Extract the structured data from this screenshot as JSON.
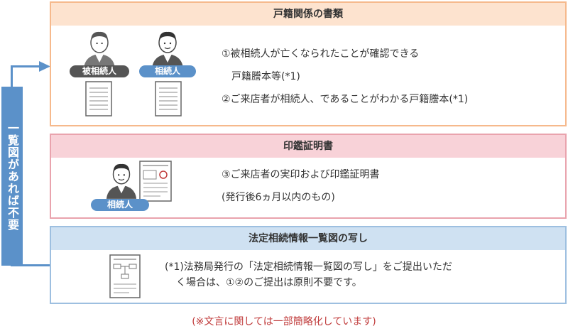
{
  "panel_koseki": {
    "title": "戸籍関係の書類",
    "label_deceased": "被相続人",
    "label_heir": "相続人",
    "line1": "①被相続人が亡くなられたことが確認できる",
    "line2": "戸籍謄本等(*1)",
    "line3": "②ご来店者が相続人、であることがわかる戸籍謄本(*1)"
  },
  "panel_inkan": {
    "title": "印鑑証明書",
    "label_heir": "相続人",
    "line1": "③ご来店者の実印および印鑑証明書",
    "line2": "(発行後6ヵ月以内のもの)"
  },
  "panel_ichiran": {
    "title": "法定相続情報一覧図の写し",
    "line1": "(*1)法務局発行の「法定相続情報一覧図の写し」をご提出いただ",
    "line2": "く場合は、①②のご提出は原則不要です。"
  },
  "side_label": "一覧図があれば不要",
  "footnote": "(※文言に関しては一部簡略化しています)",
  "colors": {
    "orange_border": "#f6b98c",
    "pink_border": "#e9a3ad",
    "blue_border": "#9dbfe0",
    "side_blue": "#5b91c9",
    "deceased_label": "#555555",
    "footnote_red": "#c03b3b"
  }
}
